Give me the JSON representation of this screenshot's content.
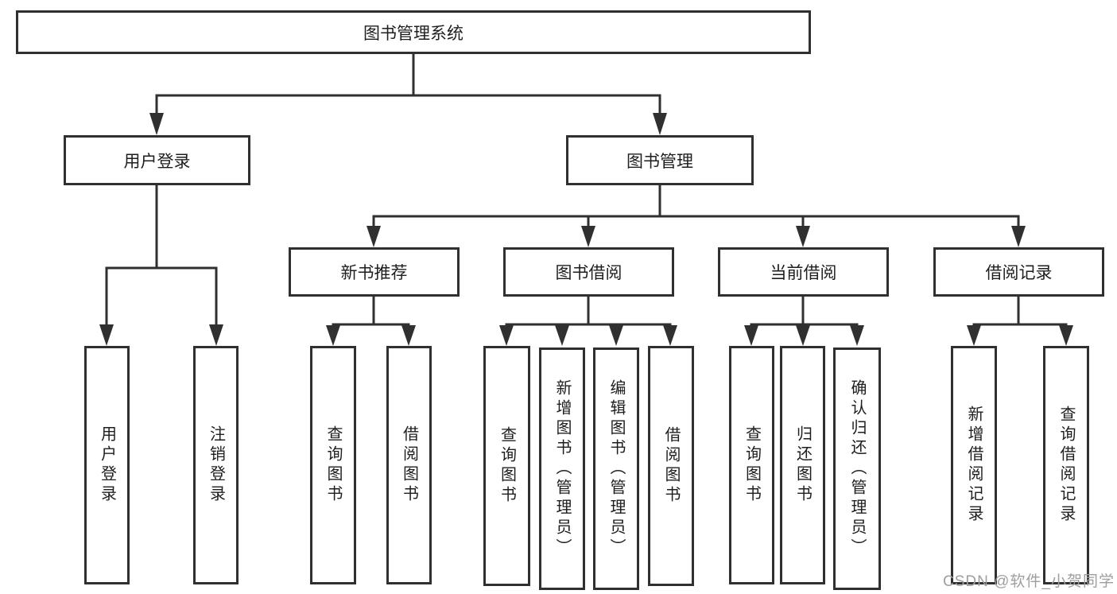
{
  "colors": {
    "line": "#303030",
    "box_border": "#303030",
    "box_fill": "#ffffff",
    "text": "#1e1e1e",
    "watermark": "#9e9e9e",
    "background": "#ffffff"
  },
  "tree": {
    "root": {
      "label": "图书管理系统"
    },
    "branches": [
      {
        "label": "用户登录",
        "children": [
          {
            "label": "用户登录"
          },
          {
            "label": "注销登录"
          }
        ]
      },
      {
        "label": "图书管理",
        "children": [
          {
            "label": "新书推荐",
            "children": [
              {
                "label": "查询图书"
              },
              {
                "label": "借阅图书"
              }
            ]
          },
          {
            "label": "图书借阅",
            "children": [
              {
                "label": "查询图书"
              },
              {
                "label": "新增图书（管理员）"
              },
              {
                "label": "编辑图书（管理员）"
              },
              {
                "label": "借阅图书"
              }
            ]
          },
          {
            "label": "当前借阅",
            "children": [
              {
                "label": "查询图书"
              },
              {
                "label": "归还图书"
              },
              {
                "label": "确认归还（管理员）"
              }
            ]
          },
          {
            "label": "借阅记录",
            "children": [
              {
                "label": "新增借阅记录"
              },
              {
                "label": "查询借阅记录"
              }
            ]
          }
        ]
      }
    ]
  },
  "watermark": {
    "text": "CSDN @软件_小贺同学"
  }
}
